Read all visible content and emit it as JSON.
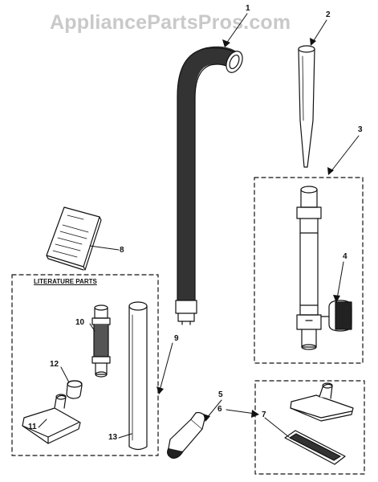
{
  "watermark": "AppliancePartsPros.com",
  "literature_label": "LITERATURE PARTS",
  "callouts": {
    "c1": "1",
    "c2": "2",
    "c3": "3",
    "c4": "4",
    "c5": "5",
    "c6": "6",
    "c7": "7",
    "c8": "8",
    "c9": "9",
    "c10": "10",
    "c11": "11",
    "c12": "12",
    "c13": "13"
  }
}
